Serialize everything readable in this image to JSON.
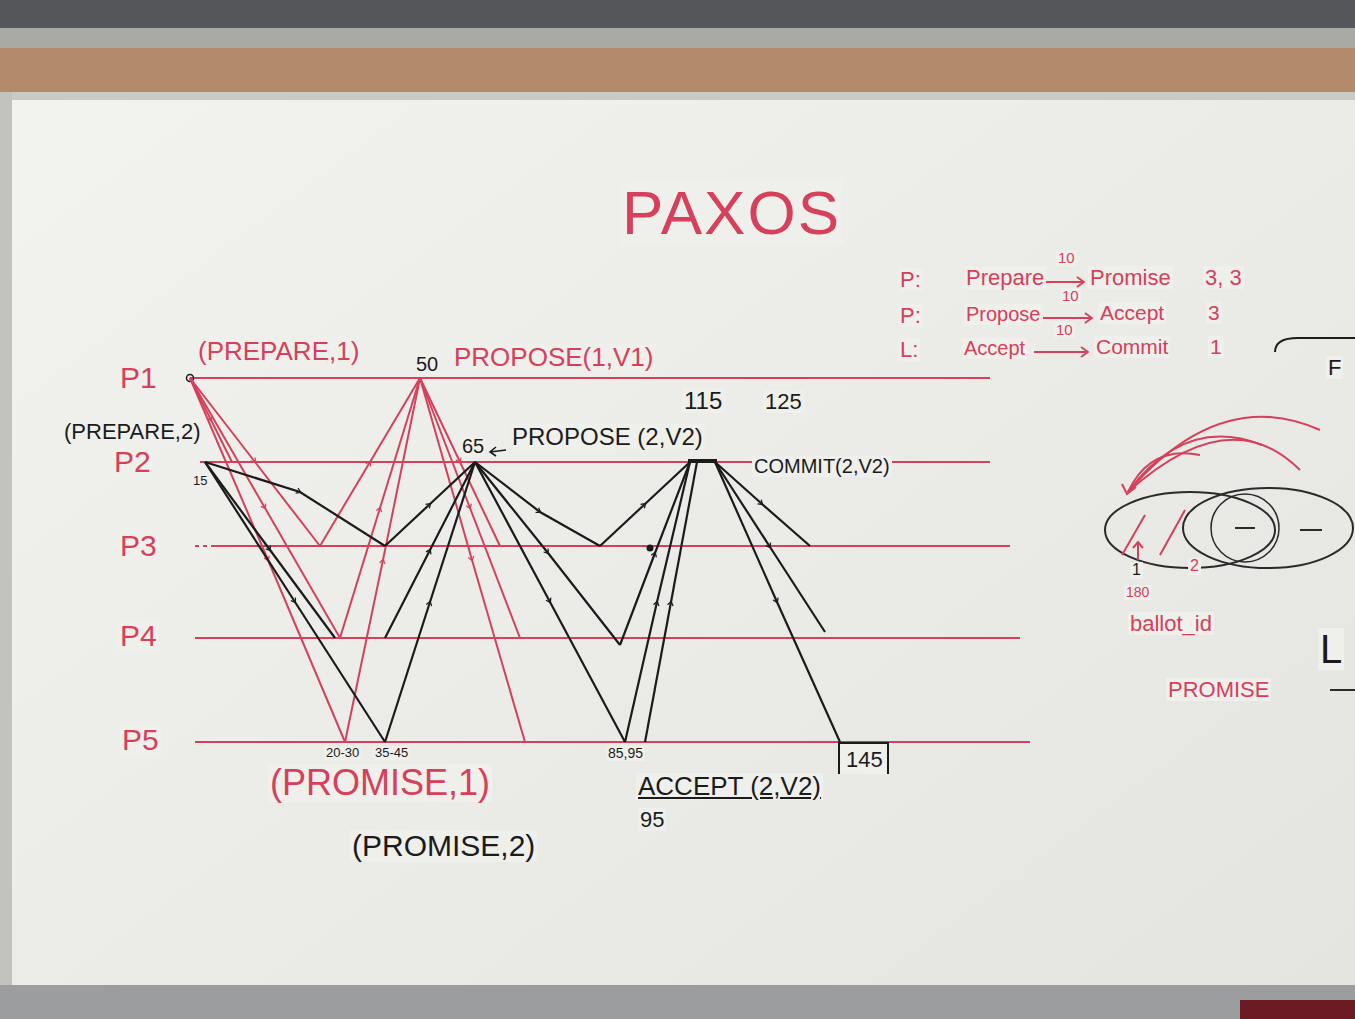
{
  "diagram": {
    "title": "PAXOS",
    "nodes": [
      {
        "text": [
          "145"
        ]
      }
    ],
    "labels": [
      "P1",
      "P2",
      "P3",
      "P4",
      "P5",
      "(PREPARE,1)",
      "(PREPARE,2)",
      "15",
      "50",
      "PROPOSE(1,V1)",
      "65",
      "PROPOSE (2,V2)",
      "115",
      "125",
      "COMMIT(2,V2)",
      "20-30",
      "35-45",
      "85,95",
      "(PROMISE,1)",
      "(PROMISE,2)",
      "ACCEPT (2,V2)",
      "95",
      "P:",
      "Prepare",
      "10",
      "Promise",
      "3, 3",
      "P:",
      "Propose",
      "10",
      "Accept",
      "3",
      "L:",
      "Accept",
      "10",
      "Commit",
      "1",
      "F",
      "1",
      "2",
      "180",
      "ballot_id",
      "PROMISE",
      "L"
    ]
  }
}
